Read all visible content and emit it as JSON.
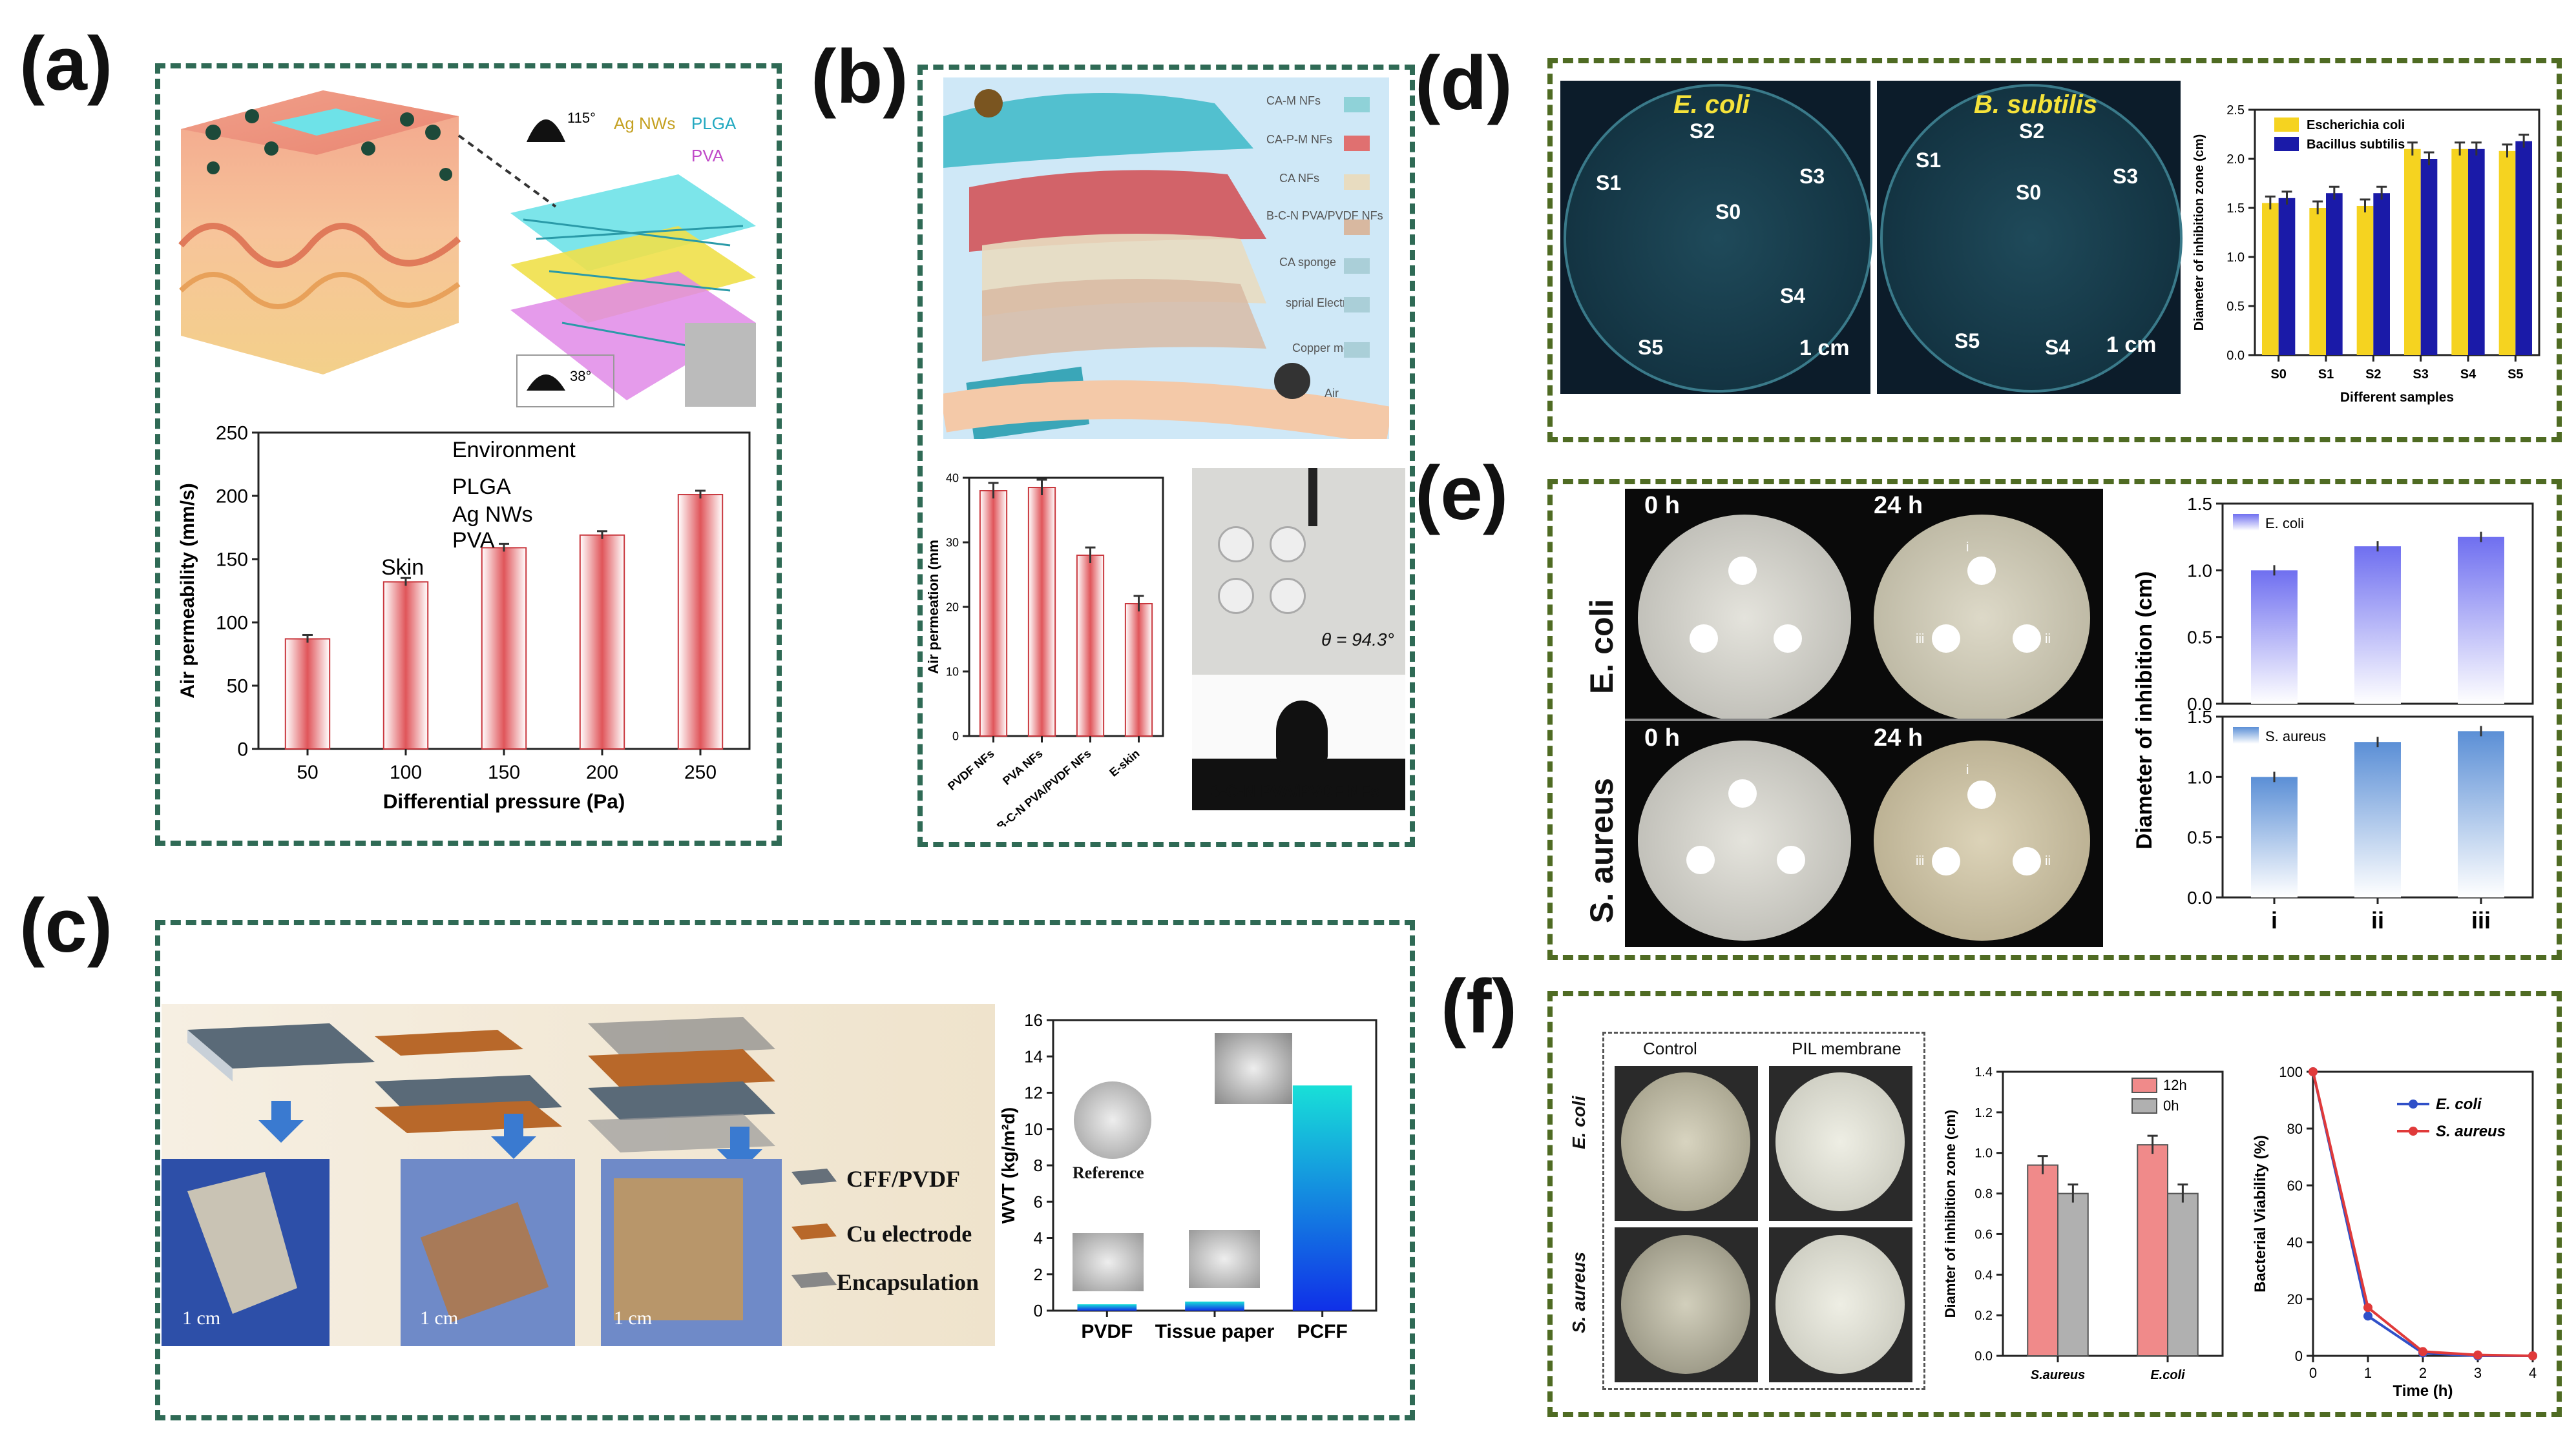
{
  "panels": {
    "a": {
      "label": "(a)",
      "schematic": {
        "angle_top": "115°",
        "angle_bottom": "38°",
        "legend": [
          "Ag NWs",
          "PLGA",
          "PVA"
        ]
      },
      "inset_layers": [
        "Environment",
        "PLGA",
        "Ag NWs",
        "PVA",
        "Skin"
      ],
      "chart_data": {
        "type": "bar",
        "categories": [
          "50",
          "100",
          "150",
          "200",
          "250"
        ],
        "values": [
          87,
          132,
          159,
          169,
          201
        ],
        "xlabel": "Differential pressure (Pa)",
        "ylabel": "Air permeability (mm/s)",
        "ylim": [
          0,
          250
        ],
        "yticks": [
          "0",
          "50",
          "100",
          "150",
          "200",
          "250"
        ],
        "bar_color": "#e0555a"
      }
    },
    "b": {
      "label": "(b)",
      "layers": [
        "CA-M NFs",
        "CA-P-M NFs",
        "CA NFs",
        "B-C-N PVA/PVDF NFs",
        "CA sponge",
        "sprial Electrode",
        "Copper mesh",
        "Air"
      ],
      "chart_data": {
        "type": "bar",
        "categories": [
          "PVDF NFs",
          "PVA NFs",
          "B-C-N PVA/PVDF NFs",
          "E-skin"
        ],
        "values": [
          38,
          38.5,
          28,
          20.5
        ],
        "ylabel": "Air permeation (mm",
        "ylim": [
          0,
          40
        ],
        "yticks": [
          "0",
          "10",
          "20",
          "30",
          "40"
        ],
        "bar_color": "#e0555a"
      },
      "contact_angle": "θ = 94.3°",
      "photo_caption": "B-C-N PVA/PVDF NFs"
    },
    "c": {
      "label": "(c)",
      "scale_bars": [
        "1 cm",
        "1 cm",
        "1 cm"
      ],
      "legend": [
        "CFF/PVDF",
        "Cu electrode",
        "Encapsulation"
      ],
      "chart_data": {
        "type": "bar",
        "categories": [
          "PVDF",
          "Tissue paper",
          "PCFF"
        ],
        "values": [
          0.35,
          0.5,
          12.4
        ],
        "ylabel": "WVT (kg/m²d)",
        "ylim": [
          0,
          16
        ],
        "yticks": [
          "0",
          "2",
          "4",
          "6",
          "8",
          "10",
          "12",
          "14",
          "16"
        ],
        "bar_color": "#1f4fe0"
      },
      "photo_label": "Reference"
    },
    "d": {
      "label": "(d)",
      "plates": [
        {
          "title": "E. coli",
          "samples": [
            "S2",
            "S1",
            "S0",
            "S3",
            "S4",
            "S5"
          ],
          "scale": "1 cm"
        },
        {
          "title": "B. subtilis",
          "samples": [
            "S2",
            "S1",
            "S0",
            "S3",
            "S5",
            "S4"
          ],
          "scale": "1 cm"
        }
      ],
      "chart_data": {
        "type": "bar",
        "categories": [
          "S0",
          "S1",
          "S2",
          "S3",
          "S4",
          "S5"
        ],
        "series": [
          {
            "name": "Escherichia coli",
            "values": [
              1.55,
              1.5,
              1.52,
              2.1,
              2.1,
              2.08
            ],
            "color": "#f5d320"
          },
          {
            "name": "Bacillus subtilis",
            "values": [
              1.6,
              1.65,
              1.65,
              2.0,
              2.1,
              2.18
            ],
            "color": "#1a1aa8"
          }
        ],
        "xlabel": "Different samples",
        "ylabel": "Diameter of inhibition zone (cm)",
        "ylim": [
          0,
          2.5
        ],
        "yticks": [
          "0.0",
          "0.5",
          "1.0",
          "1.5",
          "2.0",
          "2.5"
        ]
      }
    },
    "e": {
      "label": "(e)",
      "rows": [
        {
          "name": "E. coli",
          "times": [
            "0 h",
            "24 h"
          ],
          "marks": [
            "i",
            "iii",
            "ii"
          ]
        },
        {
          "name": "S. aureus",
          "times": [
            "0 h",
            "24 h"
          ],
          "marks": [
            "i",
            "iii",
            "ii"
          ]
        }
      ],
      "chart_data": [
        {
          "type": "bar",
          "legend": "E. coli",
          "categories": [
            "i",
            "ii",
            "iii"
          ],
          "values": [
            1.0,
            1.18,
            1.25
          ],
          "ylim": [
            0,
            1.5
          ],
          "yticks": [
            "0.0",
            "0.5",
            "1.0",
            "1.5"
          ],
          "color": "#6f6ff0"
        },
        {
          "type": "bar",
          "legend": "S. aureus",
          "categories": [
            "i",
            "ii",
            "iii"
          ],
          "values": [
            1.0,
            1.29,
            1.38
          ],
          "ylim": [
            0,
            1.5
          ],
          "yticks": [
            "0.0",
            "0.5",
            "1.0",
            "1.5"
          ],
          "color": "#5b8fd6"
        }
      ],
      "ylabel": "Diameter of inhibition (cm)"
    },
    "f": {
      "label": "(f)",
      "columns": [
        "Control",
        "PIL membrane"
      ],
      "rows": [
        "E. coli",
        "S. aureus"
      ],
      "chart_data": [
        {
          "type": "bar",
          "categories": [
            "S.aureus",
            "E.coli"
          ],
          "series": [
            {
              "name": "12h",
              "values": [
                0.94,
                1.04
              ],
              "color": "#f08a8a"
            },
            {
              "name": "0h",
              "values": [
                0.8,
                0.8
              ],
              "color": "#b0b0b0"
            }
          ],
          "ylabel": "Diamter of inhibition zone (cm)",
          "ylim": [
            0,
            1.4
          ],
          "yticks": [
            "0.0",
            "0.2",
            "0.4",
            "0.6",
            "0.8",
            "1.0",
            "1.2",
            "1.4"
          ]
        },
        {
          "type": "line",
          "x": [
            0,
            1,
            2,
            3,
            4
          ],
          "series": [
            {
              "name": "E. coli",
              "values": [
                100,
                14,
                1,
                0,
                0
              ],
              "color": "#3050c8"
            },
            {
              "name": "S. aureus",
              "values": [
                100,
                17,
                1.5,
                0.3,
                0
              ],
              "color": "#e03a3a"
            }
          ],
          "xlabel": "Time (h)",
          "ylabel": "Bacterial Viability (%)",
          "xlim": [
            0,
            4
          ],
          "ylim": [
            0,
            100
          ],
          "xticks": [
            "0",
            "1",
            "2",
            "3",
            "4"
          ],
          "yticks": [
            "0",
            "20",
            "40",
            "60",
            "80",
            "100"
          ]
        }
      ]
    }
  }
}
